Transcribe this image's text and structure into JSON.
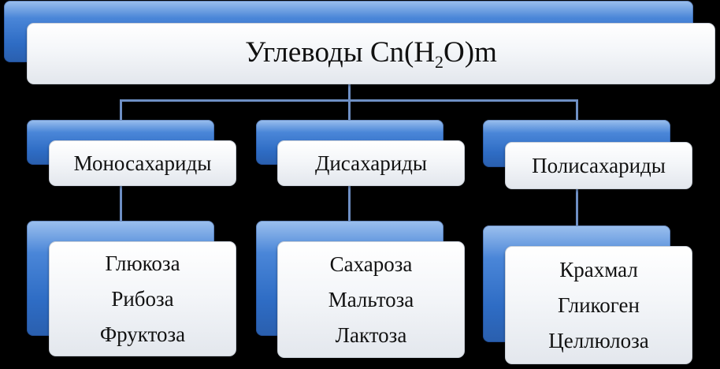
{
  "root": {
    "label_prefix": "Углеводы Cn(H",
    "subscript": "2",
    "label_suffix": "O)m"
  },
  "categories": [
    {
      "label": "Моносахариды",
      "items": [
        "Глюкоза",
        "Рибоза",
        "Фруктоза"
      ]
    },
    {
      "label": "Дисахариды",
      "items": [
        "Сахароза",
        "Мальтоза",
        "Лактоза"
      ]
    },
    {
      "label": "Полисахариды",
      "items": [
        "Крахмал",
        "Гликоген",
        "Целлюлоза"
      ]
    }
  ]
}
